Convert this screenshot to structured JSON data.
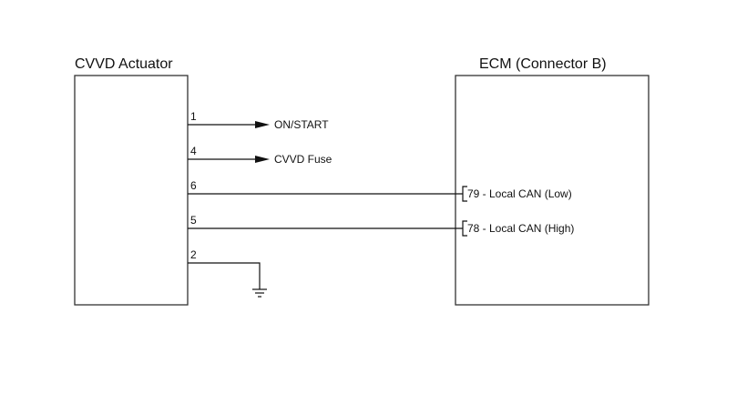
{
  "components": {
    "actuator": {
      "title": "CVVD Actuator"
    },
    "ecm": {
      "title": "ECM (Connector B)"
    }
  },
  "wires": [
    {
      "pin": "1",
      "label": "ON/START",
      "type": "arrow"
    },
    {
      "pin": "4",
      "label": "CVVD Fuse",
      "type": "arrow"
    },
    {
      "pin": "6",
      "label": "79 - Local CAN (Low)",
      "type": "ecm"
    },
    {
      "pin": "5",
      "label": "78 - Local CAN (High)",
      "type": "ecm"
    },
    {
      "pin": "2",
      "label": "",
      "type": "ground"
    }
  ],
  "colors": {
    "line": "#111111",
    "box": "#333333",
    "background": "#ffffff"
  },
  "icons": {
    "arrow": "arrow-right-icon",
    "ground": "ground-icon",
    "connector": "connector-bracket-icon"
  }
}
